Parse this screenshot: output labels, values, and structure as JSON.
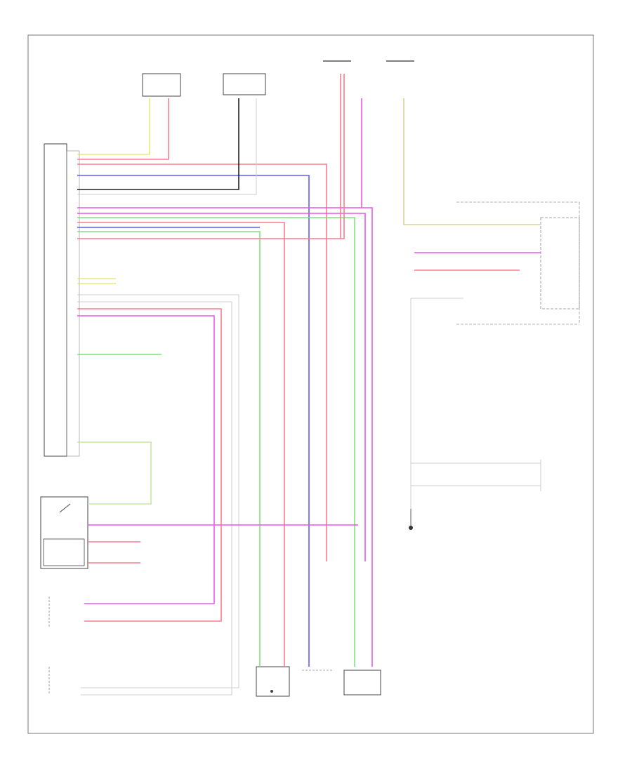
{
  "diagram": {
    "footer_code": "",
    "colors": {
      "frame": "#777777",
      "outline": "#444444",
      "ground": "#333333",
      "yellow": "#e8e87a",
      "pink": "#ff7a8e",
      "red": "#ff4e66",
      "magenta": "#ee55ee",
      "blue": "#5d5dff",
      "green": "#7ee27e",
      "light_green": "#c4e8a6",
      "black": "#222222",
      "gray": "#cfcfcf",
      "tan": "#d6d39a"
    },
    "components": [
      {
        "id": "front-sensor-left",
        "lines": [
          "",
          "",
          ""
        ]
      },
      {
        "id": "front-sensor-right",
        "lines": [
          "",
          "",
          ""
        ]
      },
      {
        "id": "fuse-top-1",
        "lines": [
          "",
          ""
        ]
      },
      {
        "id": "fuse-top-2",
        "lines": [
          "",
          ""
        ]
      },
      {
        "id": "main-ecu",
        "lines": [
          "",
          "",
          "",
          ""
        ]
      },
      {
        "id": "right-ecu",
        "lines": [
          "",
          "",
          "",
          ""
        ]
      },
      {
        "id": "switch-assembly",
        "lines": [
          "",
          "",
          "",
          ""
        ]
      },
      {
        "id": "left-front-sensor",
        "lines": [
          "",
          "",
          "",
          "",
          ""
        ]
      },
      {
        "id": "right-front-sensor",
        "lines": [
          "",
          "",
          "",
          "",
          ""
        ]
      },
      {
        "id": "bottom-connector-1",
        "lines": [
          "",
          "",
          "",
          ""
        ]
      },
      {
        "id": "bottom-connector-2",
        "lines": [
          "",
          "",
          "",
          "",
          ""
        ]
      },
      {
        "id": "bottom-connector-3",
        "lines": [
          "",
          "",
          "",
          "",
          ""
        ]
      },
      {
        "id": "ground-point",
        "lines": [
          "",
          ""
        ]
      }
    ]
  }
}
